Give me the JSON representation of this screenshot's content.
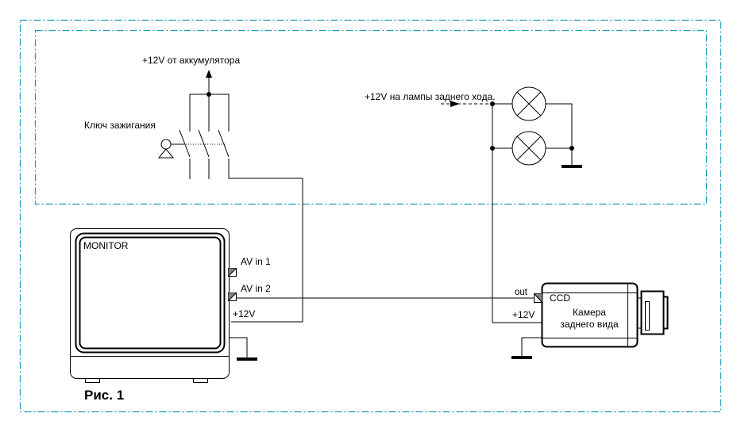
{
  "figure": {
    "caption": "Рис. 1",
    "frame_color": "#1a9bbf"
  },
  "ignition": {
    "battery_label": "+12V от аккумулятора",
    "key_label": "Ключ зажигания"
  },
  "reverse_lamps": {
    "supply_label": "+12V на лампы заднего хода.",
    "lamp_count": 2
  },
  "monitor": {
    "title": "MONITOR",
    "inputs": [
      {
        "label": "AV in 1"
      },
      {
        "label": "AV in 2"
      }
    ],
    "power_label": "+12V"
  },
  "camera": {
    "out_label": "out",
    "sensor_label": "CCD",
    "name_line1": "Камера",
    "name_line2": "заднего вида",
    "power_label": "+12V"
  }
}
